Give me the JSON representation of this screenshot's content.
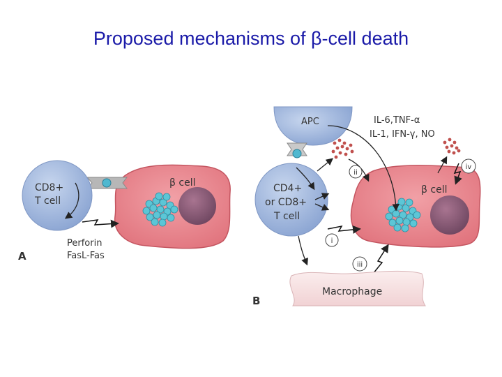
{
  "title": "Proposed mechanisms of β-cell death",
  "panel_a": {
    "letter": "A",
    "cd8_line1": "CD8+",
    "cd8_line2": "T cell",
    "beta_cell": "β cell",
    "perforin": "Perforin",
    "fasl": "FasL-Fas"
  },
  "panel_b": {
    "letter": "B",
    "apc": "APC",
    "cytokines_line1": "IL-6,TNF-α",
    "cytokines_line2": "IL-1, IFN-γ, NO",
    "tcell_line1": "CD4+",
    "tcell_line2": "or CD8+",
    "tcell_line3": "T cell",
    "beta_cell": "β cell",
    "macrophage": "Macrophage",
    "markers": [
      "i",
      "ii",
      "iii",
      "iv"
    ]
  },
  "colors": {
    "title": "#1a1aa8",
    "tcell": "#9fb6dc",
    "beta_cell": "#e67e86",
    "nucleus": "#8a5a74",
    "granules": "#5cc6d6",
    "cytokine_dots": "#c0504d",
    "macrophage": "#f6dfe0"
  }
}
